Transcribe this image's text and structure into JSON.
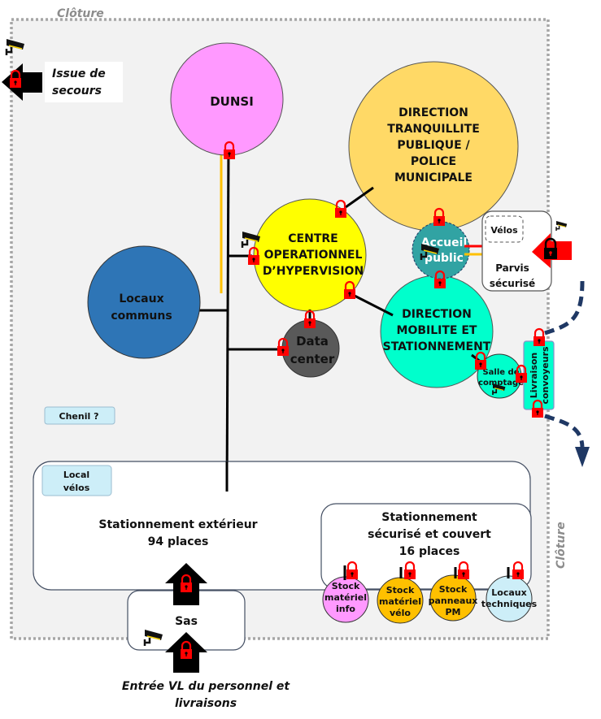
{
  "fence": {
    "label_top": "Clôture",
    "label_right": "Clôture",
    "color": "#a6a6a6",
    "fill": "#f2f2f2"
  },
  "emergency_exit": {
    "label_line1": "Issue de",
    "label_line2": "secours"
  },
  "entrance": {
    "label_line1": "Entrée VL du personnel et",
    "label_line2": "livraisons"
  },
  "zones": {
    "dunsi": {
      "label": "DUNSI",
      "color": "#ff99ff"
    },
    "dtp": {
      "lines": [
        "DIRECTION",
        "TRANQUILLITE",
        "PUBLIQUE /",
        "POLICE",
        "MUNICIPALE"
      ],
      "color": "#ffd966"
    },
    "coh": {
      "lines": [
        "CENTRE",
        "OPERATIONNEL",
        "D’HYPERVISION"
      ],
      "color": "#ffff00"
    },
    "accueil": {
      "lines": [
        "Accueil",
        "public"
      ],
      "color": "#31a3a3"
    },
    "dms": {
      "lines": [
        "DIRECTION",
        "MOBILITE ET",
        "STATIONNEMENT"
      ],
      "color": "#00ffcc"
    },
    "locaux_communs": {
      "lines": [
        "Locaux",
        "communs"
      ],
      "color": "#2e75b6"
    },
    "data_center": {
      "lines": [
        "Data",
        "center"
      ],
      "color": "#595959"
    },
    "salle_comptage": {
      "lines": [
        "Salle de",
        "comptage"
      ],
      "color": "#00ffcc"
    },
    "livraison": {
      "lines": [
        "Livraison",
        "convoyeurs"
      ],
      "color": "#00ffcc"
    },
    "parvis": {
      "lines": [
        "Parvis",
        "sécurisé"
      ]
    },
    "velos": {
      "label": "Vélos"
    },
    "chenil": {
      "label": "Chenil ?",
      "color": "#cdeef8"
    },
    "local_velos": {
      "lines": [
        "Local",
        "vélos"
      ],
      "color": "#cdeef8"
    },
    "parking_ext": {
      "lines": [
        "Stationnement extérieur",
        "94 places"
      ]
    },
    "parking_secure": {
      "lines": [
        "Stationnement",
        "sécurisé et couvert",
        "16 places"
      ]
    },
    "sas": {
      "label": "Sas"
    },
    "stock_info": {
      "lines": [
        "Stock",
        "matériel",
        "info"
      ],
      "color": "#ff99ff"
    },
    "stock_velo": {
      "lines": [
        "Stock",
        "matériel",
        "vélo"
      ],
      "color": "#ffc000"
    },
    "stock_pm": {
      "lines": [
        "Stock",
        "panneaux",
        "PM"
      ],
      "color": "#ffc000"
    },
    "locaux_tech": {
      "lines": [
        "Locaux",
        "techniques"
      ],
      "color": "#cdeef8"
    }
  },
  "colors": {
    "lock": "#ff0000",
    "connector": "#000000",
    "path": "#1f3864",
    "accent_orange": "#ffc000"
  }
}
